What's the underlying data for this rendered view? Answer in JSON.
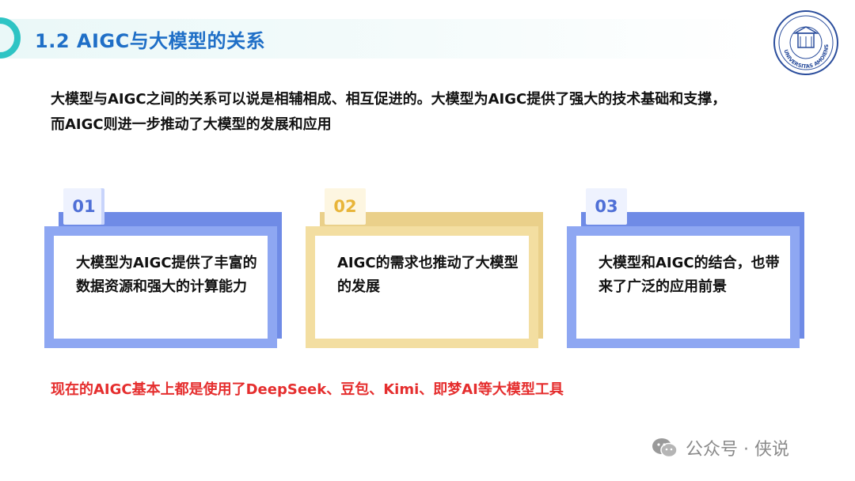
{
  "header": {
    "title": "1.2 AIGC与大模型的关系",
    "logo_text": "UNIVERSITAS AMOIENSIS"
  },
  "intro": {
    "line1": "大模型与AIGC之间的关系可以说是相辅相成、相互促进的。大模型为AIGC提供了强大的技术基础和支撑，",
    "line2": "而AIGC则进一步推动了大模型的发展和应用"
  },
  "cards": [
    {
      "number": "01",
      "text": "大模型为AIGC提供了丰富的数据资源和强大的计算能力"
    },
    {
      "number": "02",
      "text": "AIGC的需求也推动了大模型的发展"
    },
    {
      "number": "03",
      "text": "大模型和AIGC的结合，也带来了广泛的应用前景"
    }
  ],
  "note": "现在的AIGC基本上都是使用了DeepSeek、豆包、Kimi、即梦AI等大模型工具",
  "watermark": {
    "text": "公众号 · 侠说",
    "icon": "wechat-icon"
  },
  "colors": {
    "title_blue": "#1f6fc7",
    "accent_teal": "#2ec4c4",
    "card_blue": "#8ea7f2",
    "card_yellow": "#f3dea1",
    "note_red": "#e52e2e"
  }
}
